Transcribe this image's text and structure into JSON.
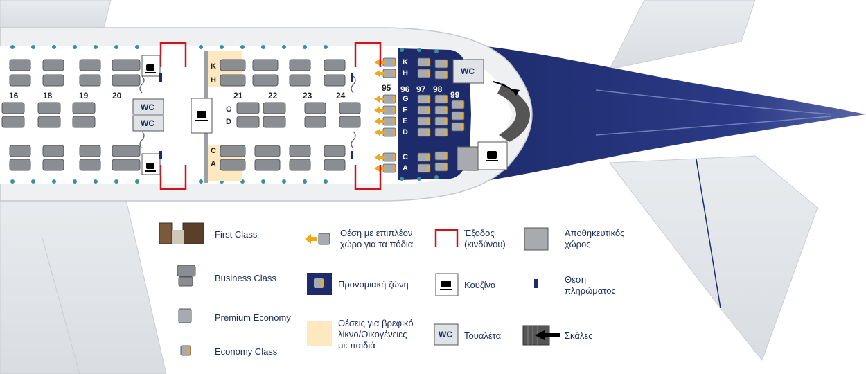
{
  "colors": {
    "navy": "#1d2b6b",
    "exit": "#d0121b",
    "arrow": "#f0a81c",
    "bassinet": "#fde8c0",
    "seat": "#8a8d91",
    "fuselage": "#eef0f2",
    "storage": "#a7abb0"
  },
  "rows_upper": {
    "r16": "16",
    "r18": "18",
    "r19": "19",
    "r20": "20",
    "r21": "21",
    "r22": "22",
    "r23": "23",
    "r24": "24",
    "r95": "95",
    "r96": "96",
    "r97": "97",
    "r98": "98",
    "r99": "99"
  },
  "seat_letters": {
    "K": "K",
    "H": "H",
    "G": "G",
    "D": "D",
    "C": "C",
    "A": "A"
  },
  "seat_letters_front": [
    "K",
    "H",
    "G",
    "F",
    "E",
    "D",
    "C",
    "A"
  ],
  "facilities": {
    "wc": "WC"
  },
  "legend": {
    "first": "First Class",
    "business": "Business Class",
    "premium": "Premium Economy",
    "economy": "Economy Class",
    "legroom_1": "Θέση με επιπλέον",
    "legroom_2": "χώρο για τα πόδια",
    "preferred": "Προνομιακή ζώνη",
    "bassinet_1": "Θέσεις για βρεφικό",
    "bassinet_2": "λίκνο/Οικογένειες",
    "bassinet_3": "με παιδιά",
    "exit_1": "Έξοδος",
    "exit_2": "(κινδύνου)",
    "galley": "Κουζίνα",
    "toilet": "Τουαλέτα",
    "storage_1": "Αποθηκευτικός",
    "storage_2": "χώρος",
    "crew_1": "Θέση",
    "crew_2": "πληρώματος",
    "stairs": "Σκάλες"
  }
}
